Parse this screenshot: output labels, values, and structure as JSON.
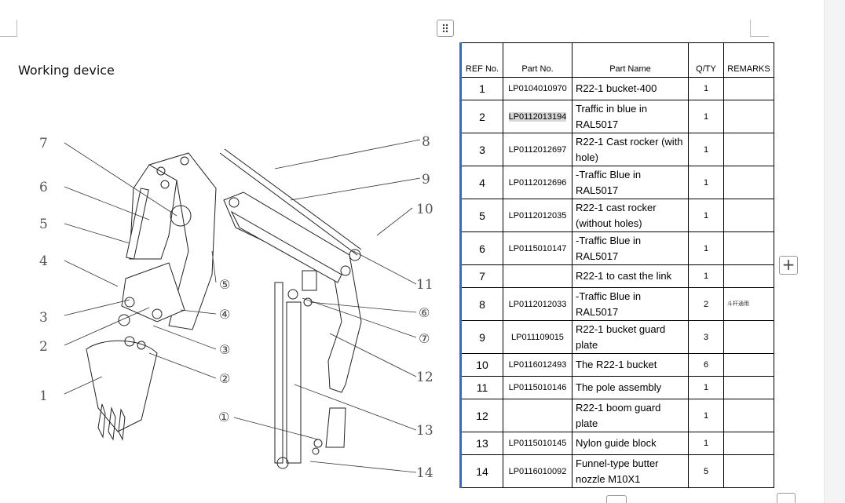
{
  "page": {
    "title": "Working device"
  },
  "diagram": {
    "callouts_left": [
      "7",
      "6",
      "5",
      "4",
      "3",
      "2",
      "1"
    ],
    "callouts_right": [
      "8",
      "9",
      "10",
      "11",
      "12",
      "13",
      "14"
    ],
    "circled_callouts": [
      "⑤",
      "④",
      "③",
      "②",
      "①",
      "⑥",
      "⑦"
    ]
  },
  "table": {
    "headers": [
      "REF No.",
      "Part No.",
      "Part Name",
      "Q/TY",
      "REMARKS"
    ],
    "rows": [
      {
        "ref": "1",
        "part_no": "LP0104010970",
        "name": "R22-1 bucket-400",
        "qty": "1",
        "remarks": ""
      },
      {
        "ref": "2",
        "part_no": "LP0112013194",
        "name": "Traffic in blue in RAL5017",
        "qty": "1",
        "remarks": ""
      },
      {
        "ref": "3",
        "part_no": "LP0112012697",
        "name": "R22-1 Cast rocker (with hole)",
        "qty": "1",
        "remarks": ""
      },
      {
        "ref": "4",
        "part_no": "LP0112012696",
        "name": "-Traffic Blue in RAL5017",
        "qty": "1",
        "remarks": ""
      },
      {
        "ref": "5",
        "part_no": "LP0112012035",
        "name": "R22-1 cast rocker (without holes)",
        "qty": "1",
        "remarks": ""
      },
      {
        "ref": "6",
        "part_no": "LP0115010147",
        "name": "-Traffic Blue in RAL5017",
        "qty": "1",
        "remarks": ""
      },
      {
        "ref": "7",
        "part_no": "",
        "name": "R22-1 to cast the link",
        "qty": "1",
        "remarks": ""
      },
      {
        "ref": "8",
        "part_no": "LP0112012033",
        "name": "-Traffic Blue in RAL5017",
        "qty": "2",
        "remarks": "斗杆通用"
      },
      {
        "ref": "9",
        "part_no": "LP011109015",
        "name": "R22-1 bucket guard plate",
        "qty": "3",
        "remarks": ""
      },
      {
        "ref": "10",
        "part_no": "LP0116012493",
        "name": "The R22-1 bucket",
        "qty": "6",
        "remarks": ""
      },
      {
        "ref": "11",
        "part_no": "LP0115010146",
        "name": "The pole assembly",
        "qty": "1",
        "remarks": ""
      },
      {
        "ref": "12",
        "part_no": "",
        "name": "R22-1 boom guard plate",
        "qty": "1",
        "remarks": ""
      },
      {
        "ref": "13",
        "part_no": "LP0115010145",
        "name": "Nylon guide block",
        "qty": "1",
        "remarks": ""
      },
      {
        "ref": "14",
        "part_no": "LP0116010092",
        "name": "Funnel-type butter nozzle M10X1",
        "qty": "5",
        "remarks": ""
      }
    ]
  },
  "icons": {
    "move": "move-handle-icon",
    "add": "plus-icon"
  },
  "colors": {
    "accent": "#2b6cd6",
    "selection": "#d6d6d6",
    "sidebar": "#f3f4f6"
  }
}
